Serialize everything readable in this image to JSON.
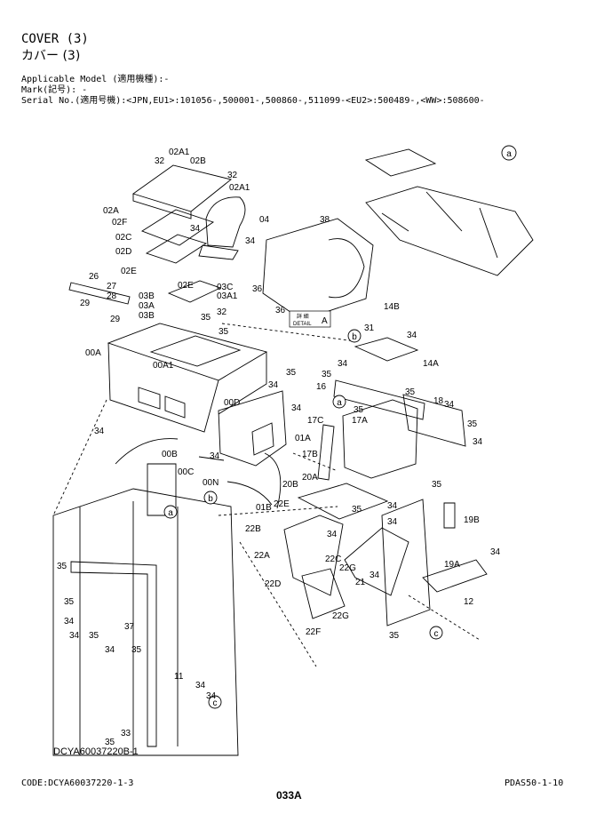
{
  "header": {
    "title_en": "COVER (3)",
    "title_jp": "カバー (3)",
    "applicable_model": "Applicable Model (適用機種):-",
    "mark": "Mark(記号): -",
    "serial_no": "Serial No.(適用号機):<JPN,EU1>:101056-,500001-,500860-,511099-<EU2>:500489-,<WW>:508600-"
  },
  "detail_label": {
    "jp": "詳 細",
    "en": "DETAIL",
    "letter": "A"
  },
  "callout_letters": [
    "a",
    "b",
    "c"
  ],
  "parts": {
    "p02A1_top": "02A1",
    "p32_a": "32",
    "p02B": "02B",
    "p32_b": "32",
    "p02A1_r": "02A1",
    "p02A": "02A",
    "p02F": "02F",
    "p04": "04",
    "p02C": "02C",
    "p34_a": "34",
    "p34_b": "34",
    "p02D": "02D",
    "p02E_a": "02E",
    "p02E_b": "02E",
    "p03C": "03C",
    "p03A1": "03A1",
    "p03B_a": "03B",
    "p03A": "03A",
    "p03B_b": "03B",
    "p32_c": "32",
    "p35_a": "35",
    "p26": "26",
    "p27": "27",
    "p28": "28",
    "p29_a": "29",
    "p29_b": "29",
    "p35_b": "35",
    "p00A": "00A",
    "p00A1": "00A1",
    "p35_c": "35",
    "p34_c": "34",
    "p00D": "00D",
    "p34_d": "34",
    "p01A": "01A",
    "p34_e": "34",
    "p00B": "00B",
    "p00C": "00C",
    "p00N": "00N",
    "p01B": "01B",
    "p38": "38",
    "p36_a": "36",
    "p36_b": "36",
    "p14B": "14B",
    "p31": "31",
    "p34_f": "34",
    "p34_g": "34",
    "p14A": "14A",
    "p35_d": "35",
    "p16": "16",
    "p35_e": "35",
    "p35_f": "35",
    "p18": "18",
    "p34_h": "34",
    "p35_g": "35",
    "p34_i": "34",
    "p17C": "17C",
    "p17A": "17A",
    "p17B": "17B",
    "p20A": "20A",
    "p20B": "20B",
    "p22E": "22E",
    "p35_h": "35",
    "p35_i": "35",
    "p34_j": "34",
    "p34_k": "34",
    "p19B": "19B",
    "p22B": "22B",
    "p34_l": "34",
    "p22A": "22A",
    "p22C": "22C",
    "p22G_a": "22G",
    "p22D": "22D",
    "p21": "21",
    "p34_m": "34",
    "p19A": "19A",
    "p34_n": "34",
    "p12": "12",
    "p22G_b": "22G",
    "p22F": "22F",
    "p35_j": "35",
    "p35_k": "35",
    "p35_l": "35",
    "p34_o": "34",
    "p35_m": "35",
    "p37": "37",
    "p34_p": "34",
    "p34_q": "34",
    "p35_n": "35",
    "p11": "11",
    "p34_r": "34",
    "p34_s": "34",
    "p33": "33",
    "p35_o": "35",
    "p34_t": "34"
  },
  "drawing_code": "DCYA60037220B-1",
  "footer": {
    "code": "CODE:DCYA60037220-1-3",
    "page": "033A",
    "ref": "PDAS50-1-10"
  }
}
